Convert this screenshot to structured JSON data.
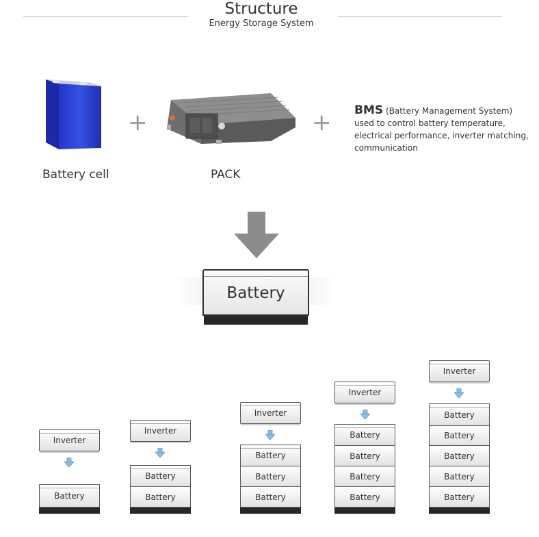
{
  "header": {
    "title": "Structure",
    "subtitle": "Energy Storage System"
  },
  "components": {
    "battery_cell_label": "Battery cell",
    "pack_label": "PACK",
    "plus_symbol": "+",
    "bms_title": "BMS",
    "bms_paren": "(Battery Management System)",
    "bms_desc_1": "used to control battery temperature,",
    "bms_desc_2": "electrical performance, inverter matching,",
    "bms_desc_3": "communication"
  },
  "result": {
    "battery_label": "Battery"
  },
  "stacks": [
    {
      "inverter_label": "Inverter",
      "battery_label": "Battery",
      "battery_count": 1
    },
    {
      "inverter_label": "Inverter",
      "battery_label": "Battery",
      "battery_count": 2
    },
    {
      "inverter_label": "Inverter",
      "battery_label": "Battery",
      "battery_count": 3
    },
    {
      "inverter_label": "Inverter",
      "battery_label": "Battery",
      "battery_count": 4
    },
    {
      "inverter_label": "Inverter",
      "battery_label": "Battery",
      "battery_count": 5
    }
  ],
  "colors": {
    "cell_blue": "#2a3fd6",
    "arrow_gray": "#8c8c8c",
    "small_arrow": "#8fbde6",
    "base_dark": "#2b2727"
  }
}
